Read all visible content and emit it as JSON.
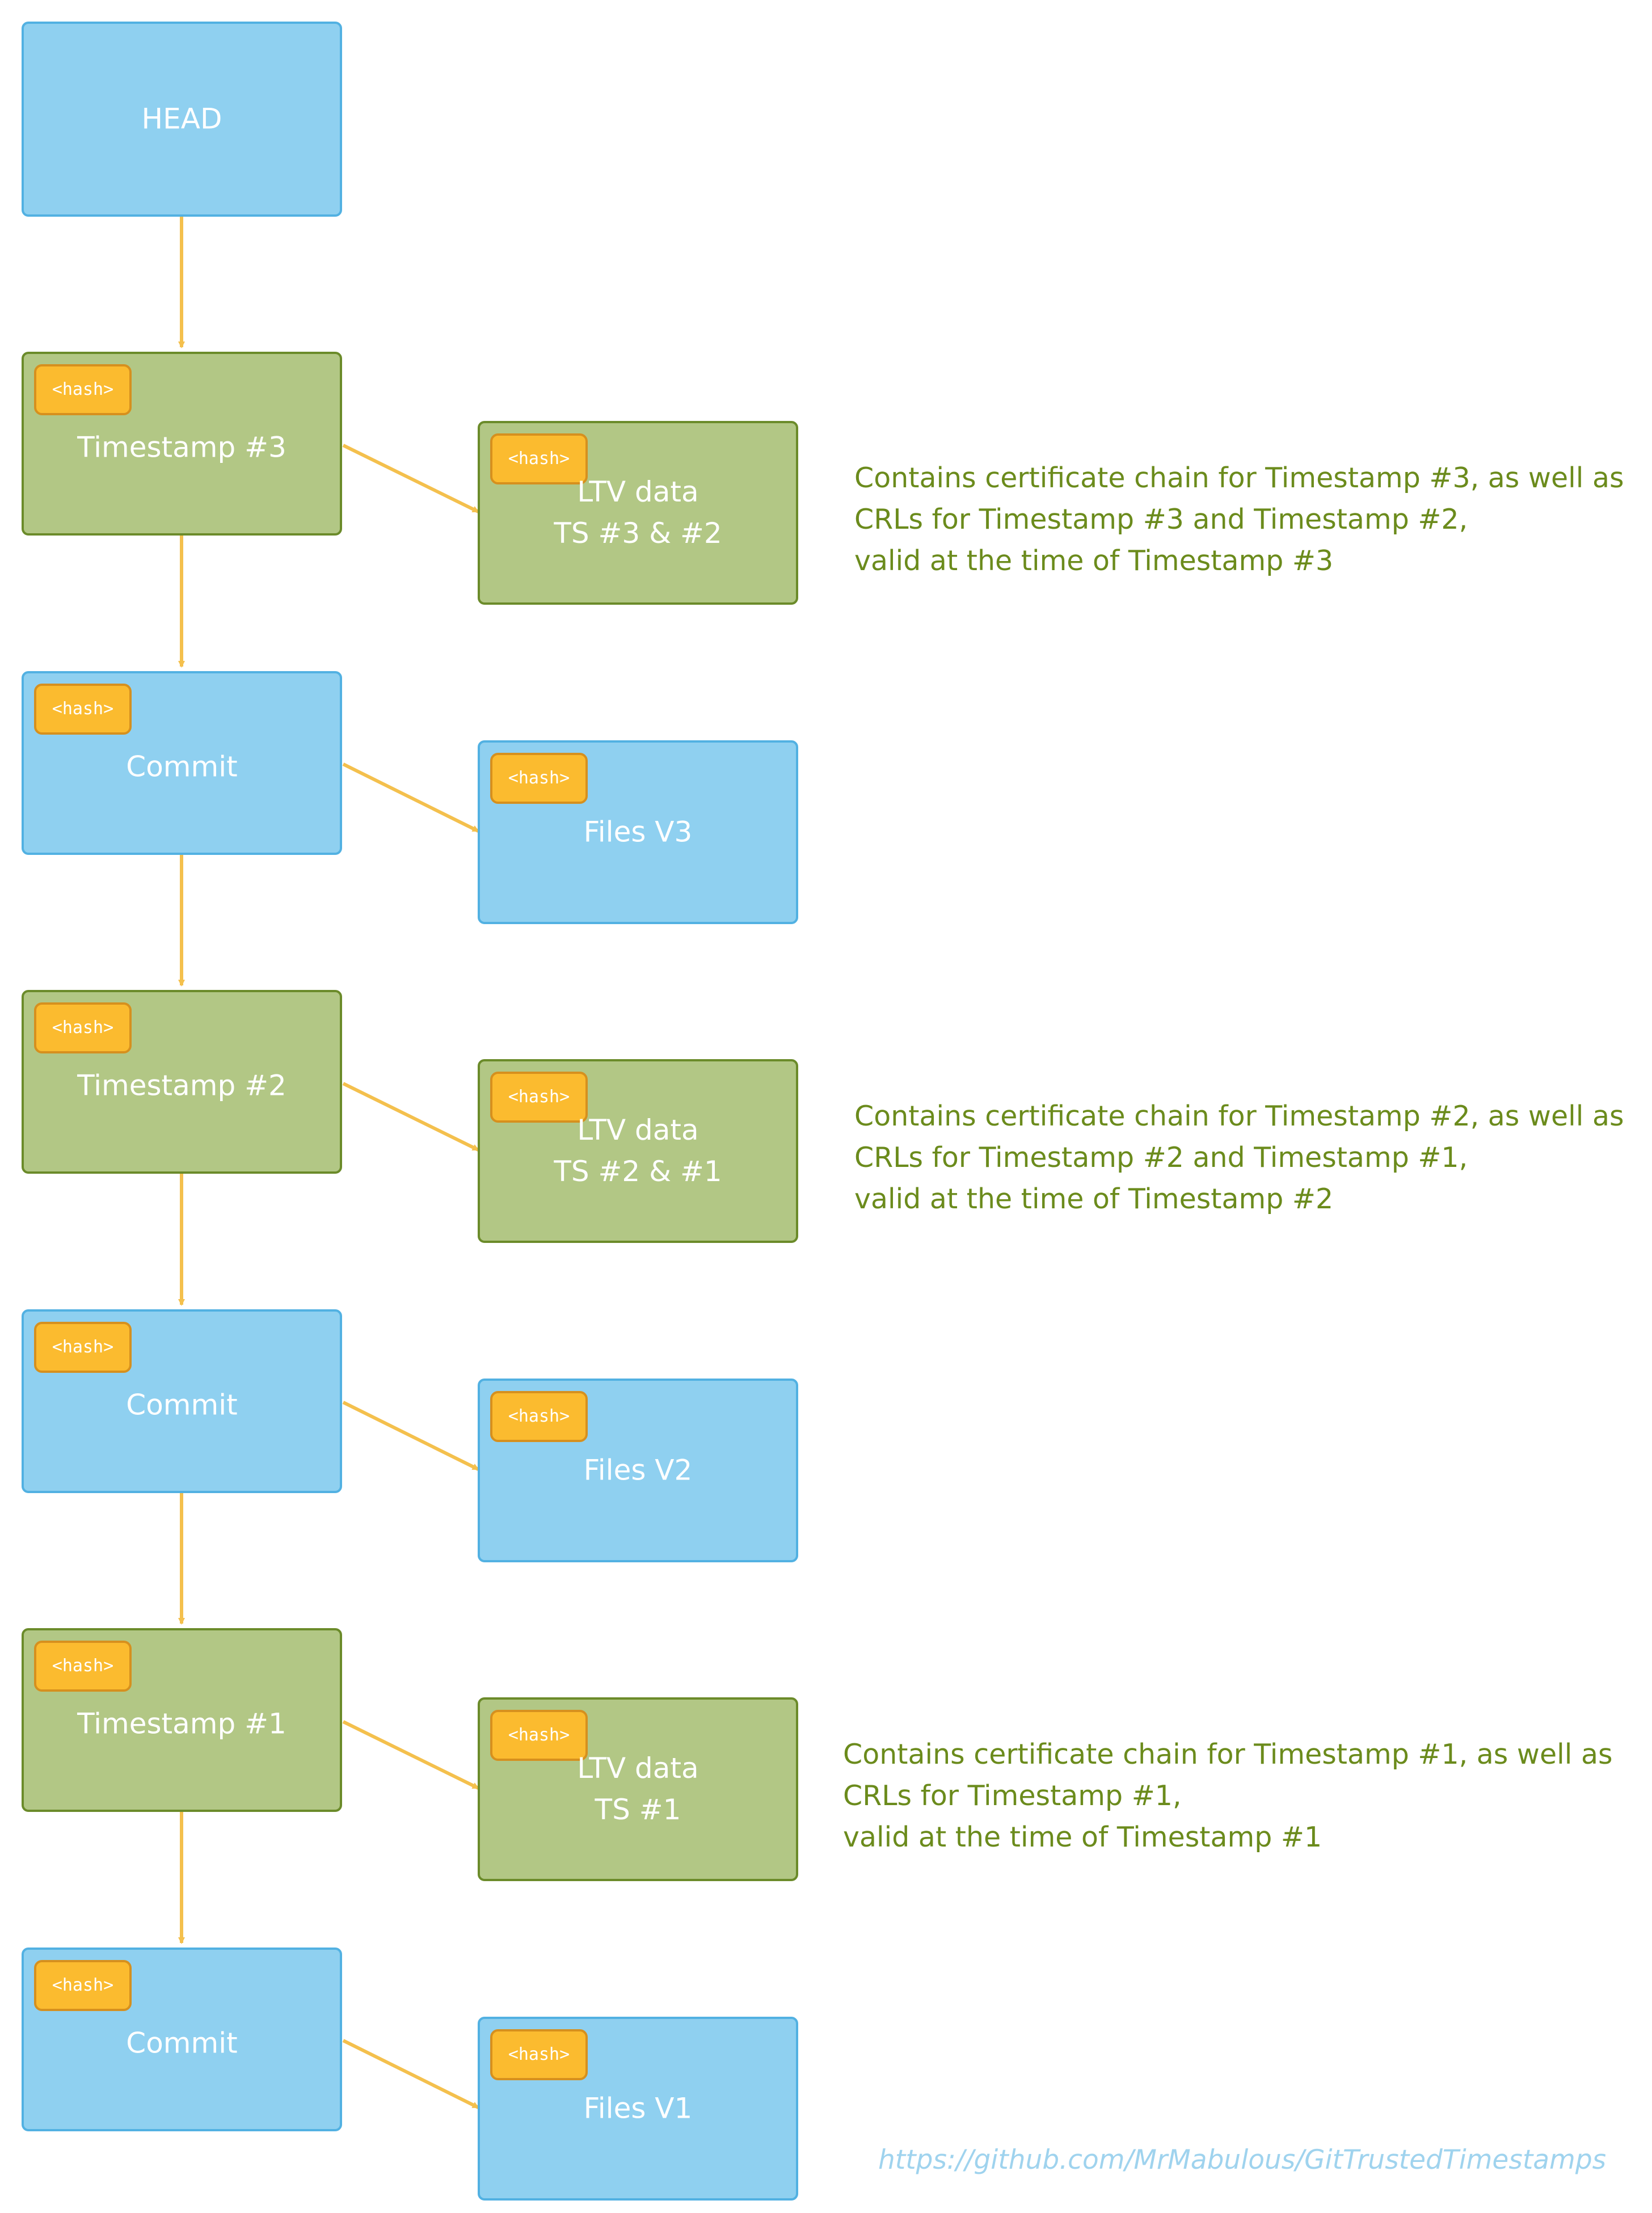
{
  "colors": {
    "blue_fill": "#8fd0f0",
    "blue_border": "#52b1e2",
    "green_fill": "#b2c785",
    "green_border": "#6b8b2a",
    "hash_fill": "#fbbb2f",
    "arrow": "#f4c04d",
    "note_text": "#6b8b1c",
    "link_text": "#9fd3ee"
  },
  "hash_label": "<hash>",
  "nodes": {
    "head": {
      "label": "HEAD"
    },
    "timestamp3": {
      "label": "Timestamp #3"
    },
    "ltv3": {
      "line1": "LTV data",
      "line2": "TS #3 & #2"
    },
    "commit3": {
      "label": "Commit"
    },
    "files3": {
      "label": "Files V3"
    },
    "timestamp2": {
      "label": "Timestamp #2"
    },
    "ltv2": {
      "line1": "LTV data",
      "line2": "TS #2 & #1"
    },
    "commit2": {
      "label": "Commit"
    },
    "files2": {
      "label": "Files V2"
    },
    "timestamp1": {
      "label": "Timestamp #1"
    },
    "ltv1": {
      "line1": "LTV data",
      "line2": "TS #1"
    },
    "commit1": {
      "label": "Commit"
    },
    "files1": {
      "label": "Files V1"
    }
  },
  "notes": {
    "ts3": [
      "Contains certificate chain for Timestamp #3, as well as",
      "CRLs for Timestamp #3 and Timestamp #2,",
      "valid at the time of Timestamp #3"
    ],
    "ts2": [
      "Contains certificate chain for Timestamp #2, as well as",
      "CRLs for Timestamp #2 and Timestamp #1,",
      "valid at the time of Timestamp #2"
    ],
    "ts1": [
      "Contains certificate chain for Timestamp #1, as well as",
      "CRLs for Timestamp #1,",
      "valid at the time of Timestamp #1"
    ]
  },
  "footer": {
    "link": "https://github.com/MrMabulous/GitTrustedTimestamps"
  }
}
